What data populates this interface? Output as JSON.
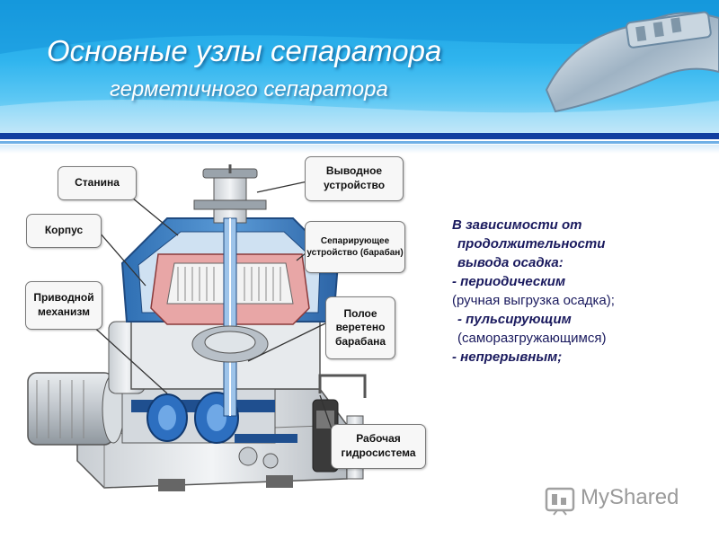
{
  "header": {
    "title": "Основные узлы сепаратора",
    "subtitle": "герметичного сепаратора"
  },
  "callouts": {
    "stanina": "Станина",
    "korpus": "Корпус",
    "privod": "Приводной механизм",
    "vyvodnoe": "Выводное устройство",
    "separiruyuschee": "Сепарирующее устройство (барабан)",
    "veretino": "Полое веретено барабана",
    "gidrosistema": "Рабочая гидросистема"
  },
  "side_text": {
    "l1": "В зависимости от",
    "l2": "продолжительности",
    "l3": "вывода осадка:",
    "l4": "- периодическим",
    "l5": "(ручная выгрузка осадка);",
    "l6": "- пульсирующим",
    "l7": "(саморазгружающимся)",
    "l8": "- непрерывным;"
  },
  "watermark": {
    "text": "MyShared"
  },
  "colors": {
    "header_blue": "#2fb4ee",
    "stripe_dark": "#123fa0",
    "casing_blue": "#3f7fc0",
    "bowl_pink": "#e6a0a0",
    "text_navy": "#1a1a5e"
  }
}
